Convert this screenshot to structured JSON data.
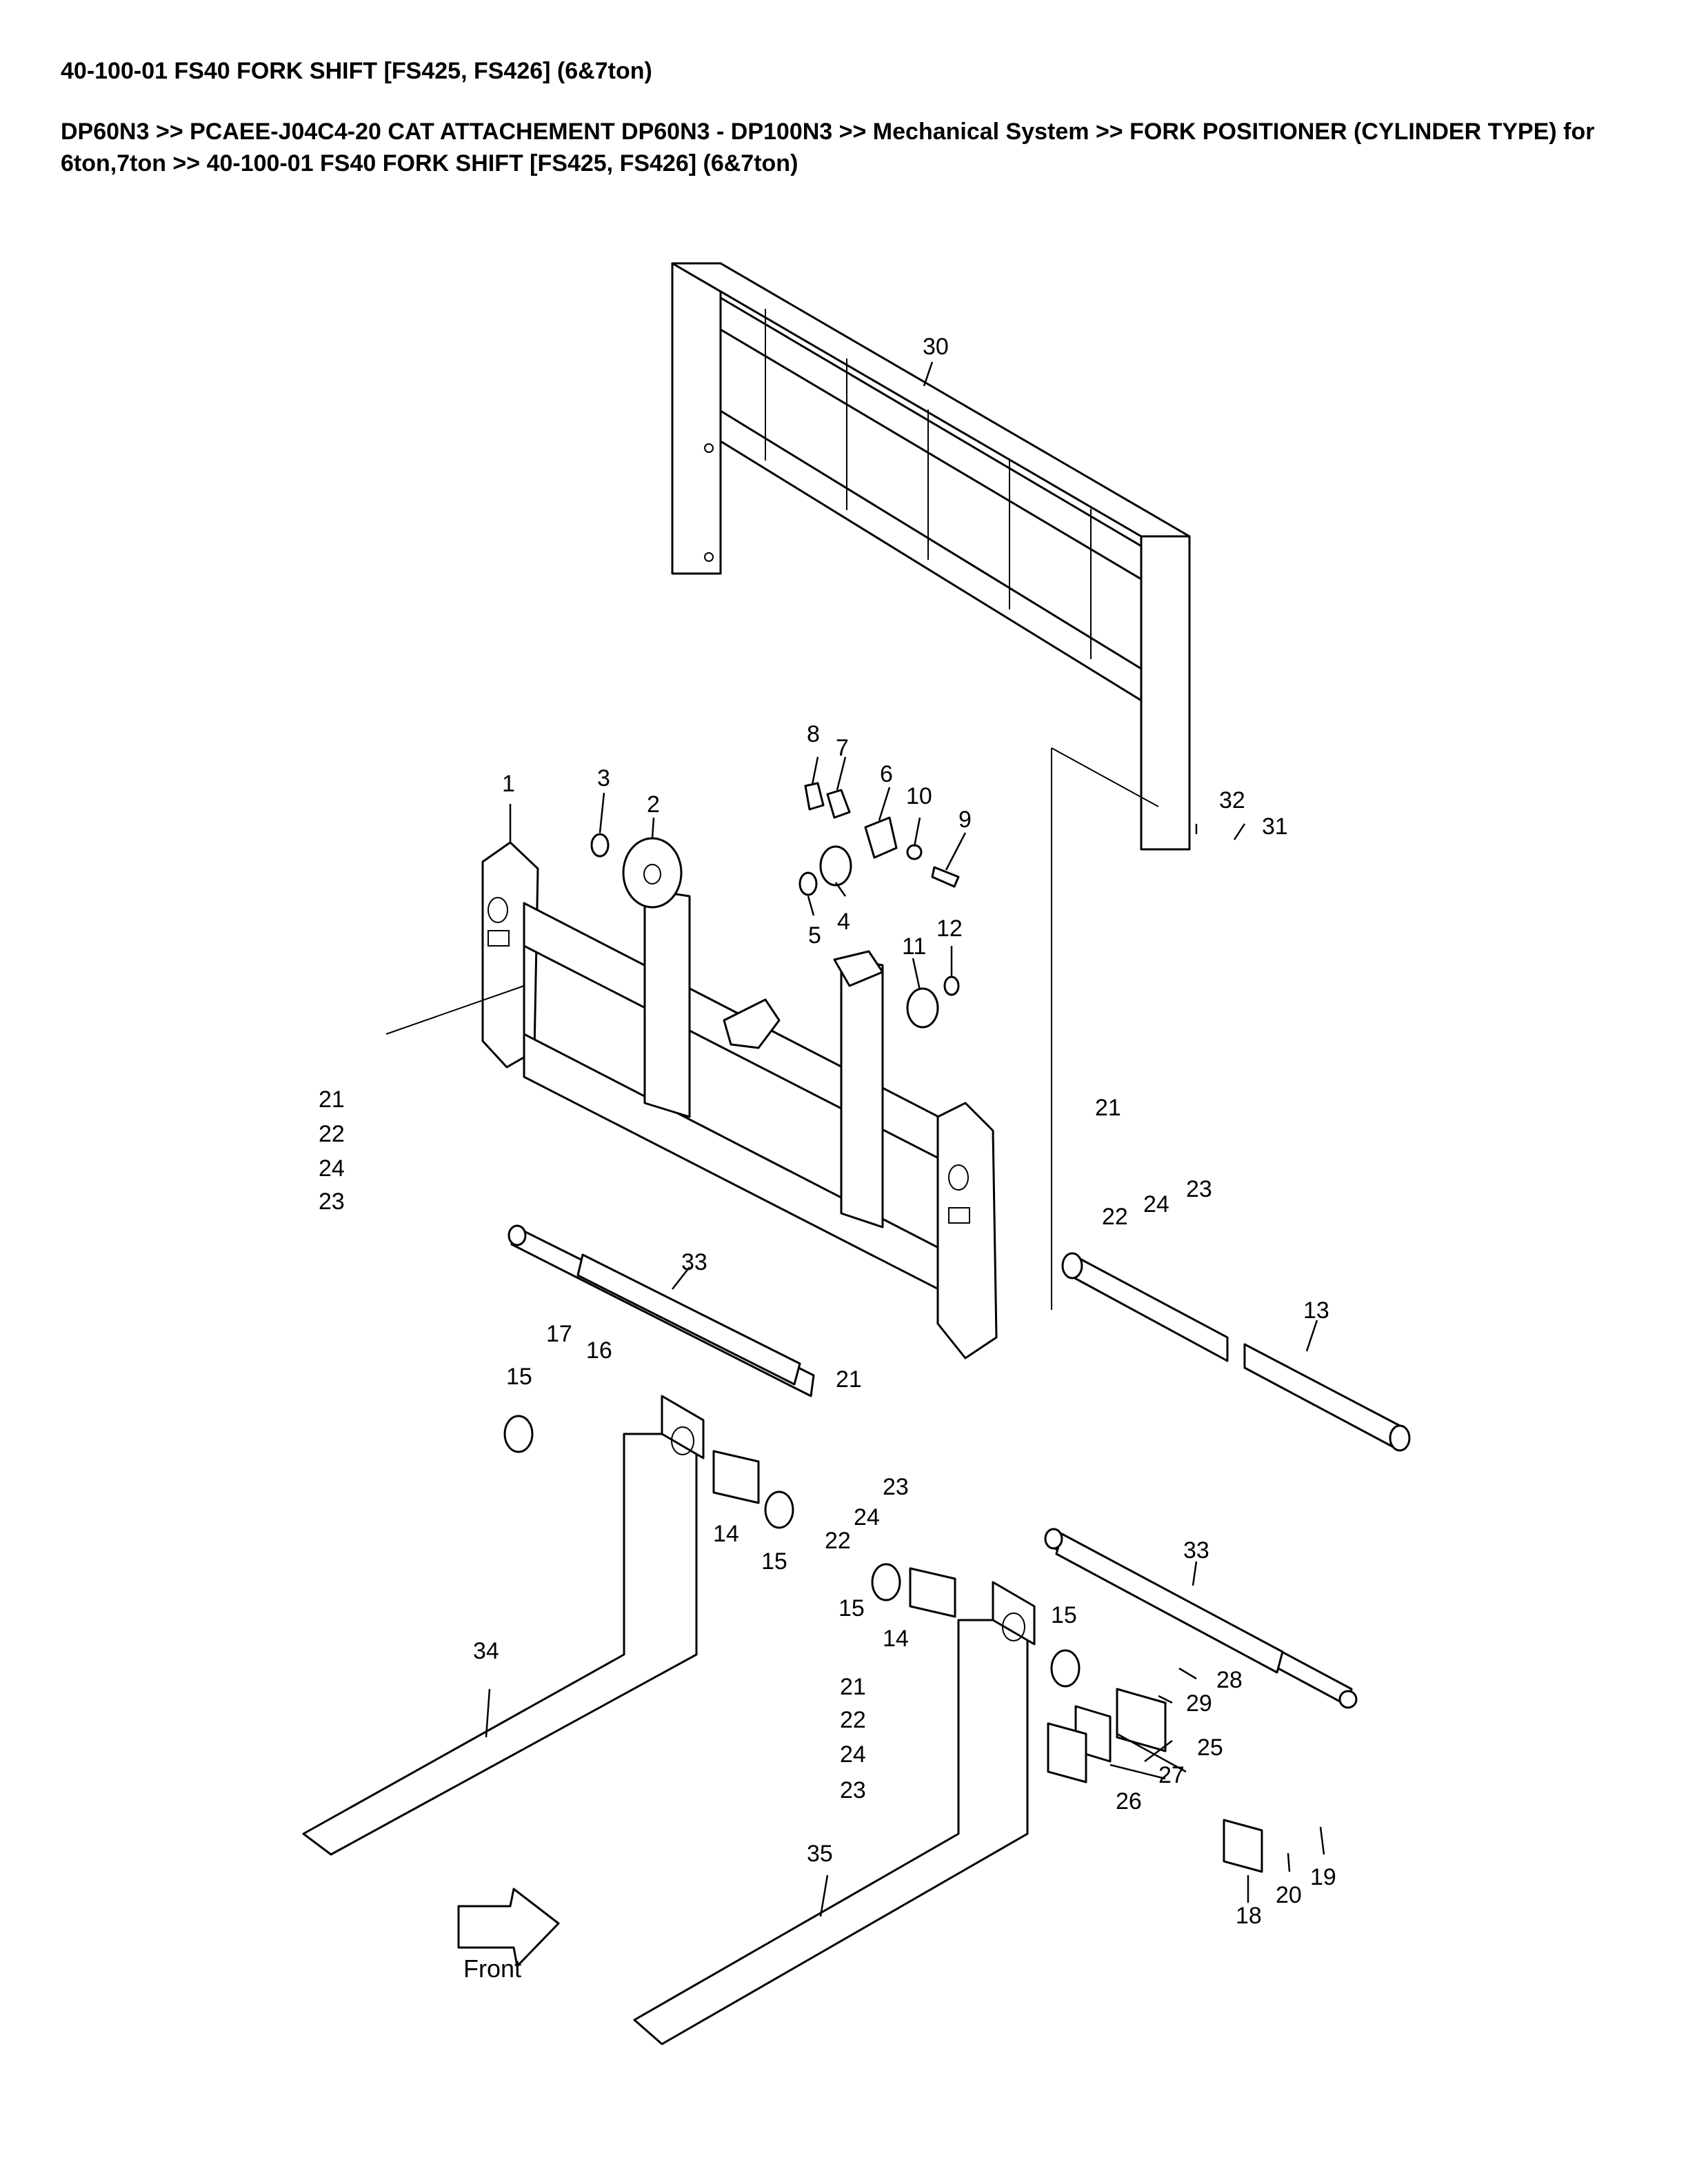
{
  "header": {
    "title": "40-100-01 FS40 FORK SHIFT [FS425, FS426] (6&7ton)",
    "breadcrumb": "DP60N3 >> PCAEE-J04C4-20 CAT ATTACHEMENT DP60N3 - DP100N3 >> Mechanical System >> FORK POSITIONER (CYLINDER TYPE) for 6ton,7ton >> 40-100-01 FS40 FORK SHIFT [FS425, FS426] (6&7ton)"
  },
  "diagram": {
    "front_label": "Front",
    "callouts": {
      "c1": "1",
      "c2": "2",
      "c3": "3",
      "c4": "4",
      "c5": "5",
      "c6": "6",
      "c7": "7",
      "c8": "8",
      "c9": "9",
      "c10": "10",
      "c11": "11",
      "c12": "12",
      "c13": "13",
      "c14a": "14",
      "c14b": "14",
      "c15a": "15",
      "c15b": "15",
      "c15c": "15",
      "c15d": "15",
      "c16": "16",
      "c17": "17",
      "c18": "18",
      "c19": "19",
      "c20": "20",
      "c21a": "21",
      "c21b": "21",
      "c21c": "21",
      "c21d": "21",
      "c22a": "22",
      "c22b": "22",
      "c22c": "22",
      "c22d": "22",
      "c23a": "23",
      "c23b": "23",
      "c23c": "23",
      "c23d": "23",
      "c24a": "24",
      "c24b": "24",
      "c24c": "24",
      "c24d": "24",
      "c25": "25",
      "c26": "26",
      "c27": "27",
      "c28": "28",
      "c29": "29",
      "c30": "30",
      "c31": "31",
      "c32": "32",
      "c33a": "33",
      "c33b": "33",
      "c34": "34",
      "c35": "35"
    }
  }
}
